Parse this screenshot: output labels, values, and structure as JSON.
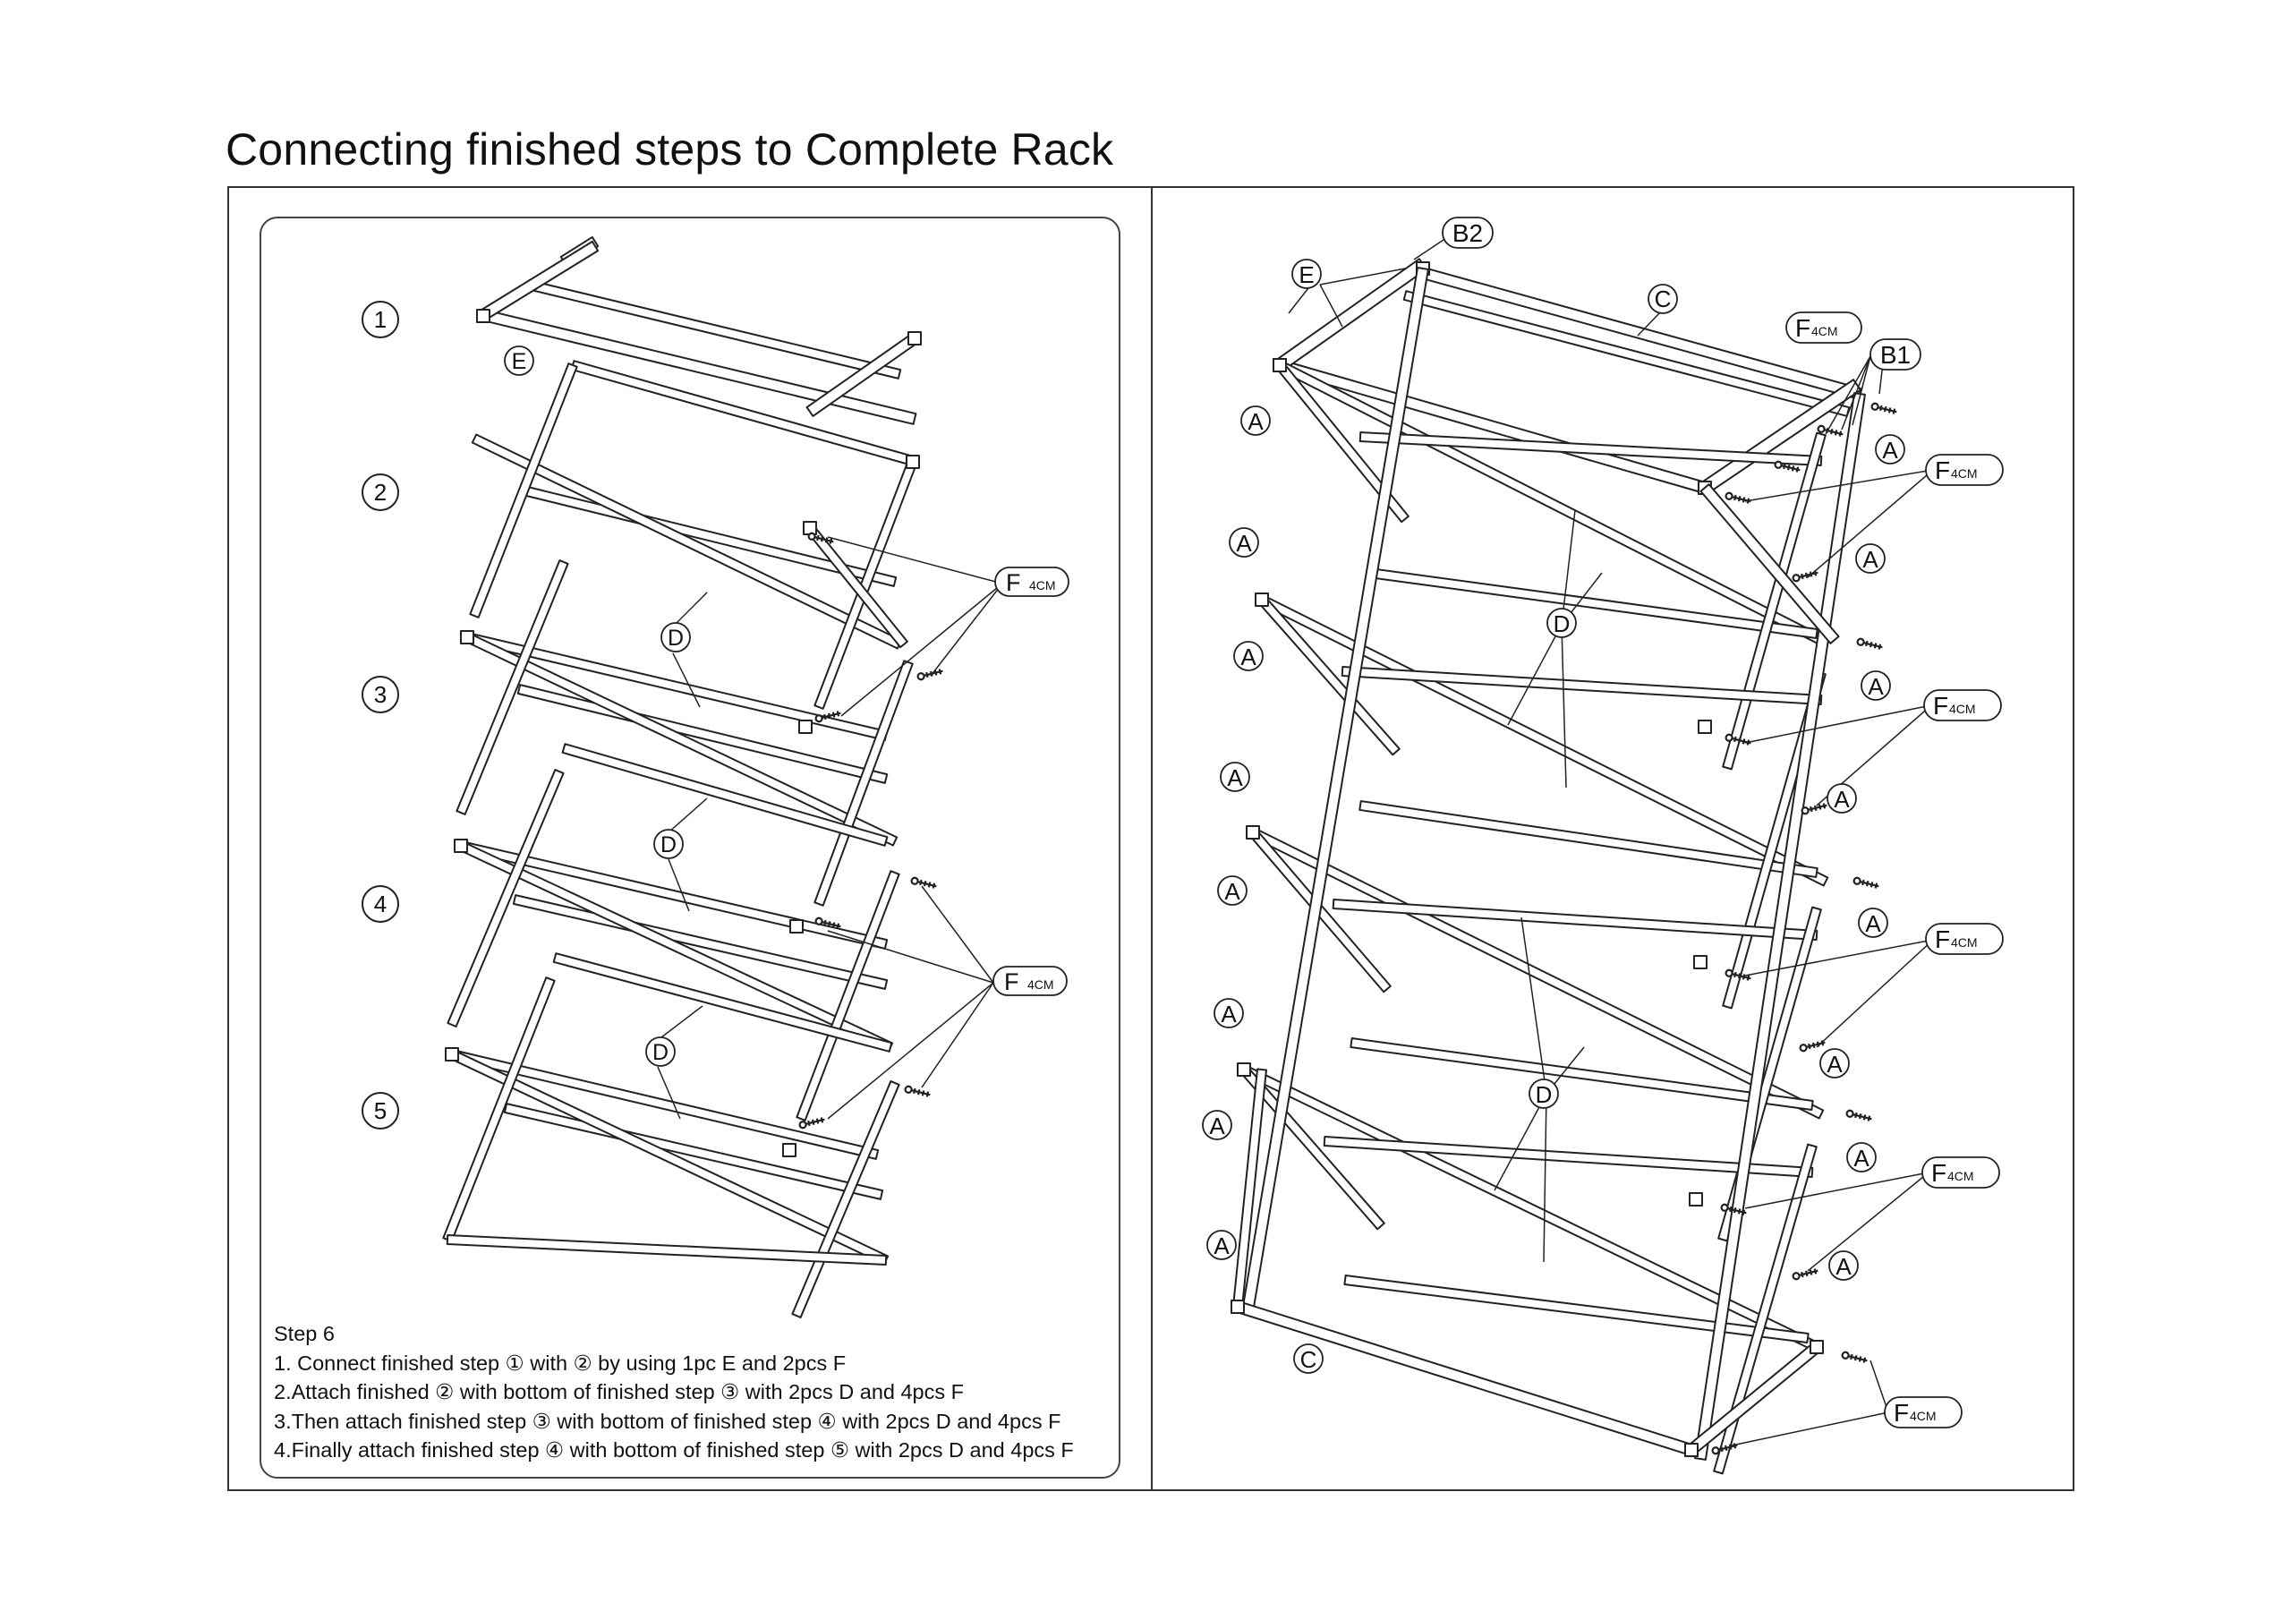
{
  "title": "Connecting finished steps to Complete Rack",
  "step_numbers": [
    "①",
    "②",
    "③",
    "④",
    "⑤"
  ],
  "part_labels": {
    "A": "A",
    "B1": "B1",
    "B2": "B2",
    "C": "C",
    "D": "D",
    "E": "E",
    "F_letter": "F",
    "F_size": "4CM"
  },
  "instructions": {
    "heading": "Step 6",
    "lines": [
      "1. Connect finished step ① with ② by using 1pc E and 2pcs F",
      "2.Attach finished ② with bottom of finished step ③ with 2pcs D and 4pcs F",
      "3.Then attach finished step  ③ with bottom of finished step  ④ with 2pcs D and 4pcs F",
      "4.Finally attach finished step  ④  with bottom of finished step  ⑤ with 2pcs D and 4pcs F"
    ]
  },
  "colors": {
    "line": "#222222",
    "fill": "#ffffff"
  }
}
